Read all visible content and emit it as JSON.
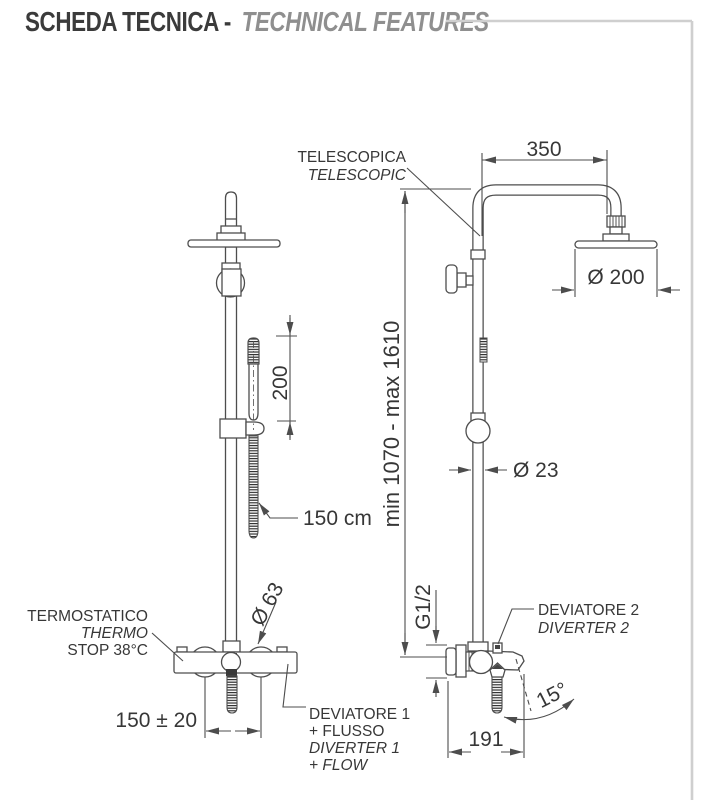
{
  "header": {
    "title_it": "SCHEDA TECNICA -",
    "title_en": "TECHNICAL FEATURES"
  },
  "colors": {
    "frame": "#cfcfcf",
    "ink": "#4d4d4d",
    "text": "#373737",
    "title_it": "#3b3b3b",
    "title_en": "#8f8f8f"
  },
  "front_view": {
    "dim_handshower_length": "200",
    "label_hose_length": "150 cm",
    "dim_knob_diameter": "Ø 63",
    "label_thermostatic": [
      "TERMOSTATICO",
      "THERMO",
      "STOP 38°C"
    ],
    "dim_center_distance": "150 ± 20",
    "label_diverter1": [
      "DEVIATORE 1",
      "+ FLUSSO",
      "DIVERTER 1",
      "+ FLOW"
    ]
  },
  "side_view": {
    "label_telescopic": [
      "TELESCOPICA",
      "TELESCOPIC"
    ],
    "dim_arm_reach": "350",
    "dim_head_diameter": "Ø 200",
    "dim_height_range": "min 1070 - max 1610",
    "dim_pipe_diameter": "Ø 23",
    "dim_connection_thread": "G1/2",
    "label_diverter2": [
      "DEVIATORE 2",
      "DIVERTER 2"
    ],
    "dim_spout_angle": "15°",
    "dim_spout_reach": "191"
  }
}
